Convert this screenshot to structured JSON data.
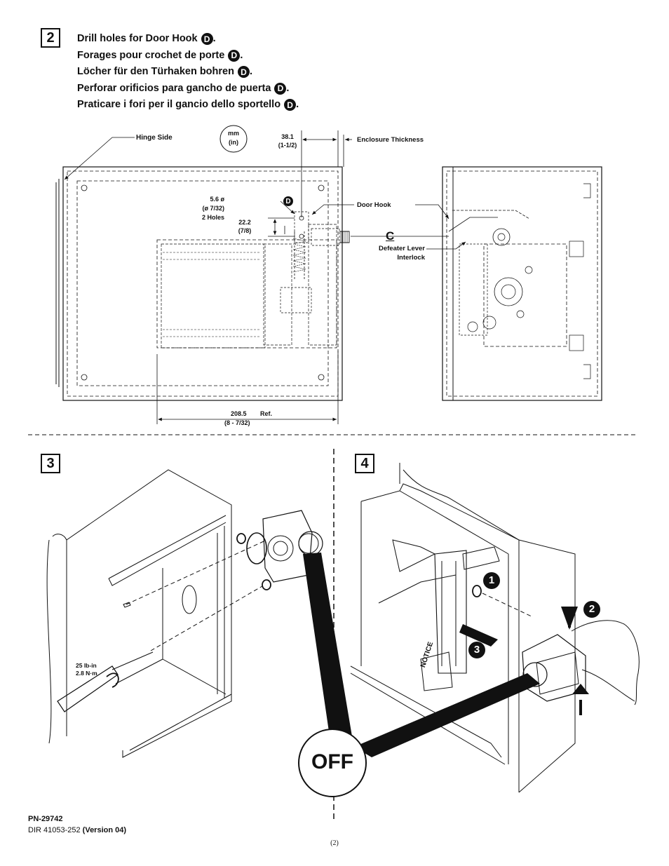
{
  "steps": {
    "step2": "2",
    "step3": "3",
    "step4": "4"
  },
  "instructions": [
    {
      "text": "Drill holes for Door Hook",
      "badge": "D",
      "end": " ."
    },
    {
      "text": "Forages pour crochet de porte",
      "badge": "D",
      "end": "."
    },
    {
      "text": "Löcher für den Türhaken bohren",
      "badge": "D",
      "end": "."
    },
    {
      "text": "Perforar orificios para gancho de puerta",
      "badge": "D",
      "end": "."
    },
    {
      "text": "Praticare i fori per il gancio dello sportello",
      "badge": "D",
      "end": "."
    }
  ],
  "diagram": {
    "hinge_side": "Hinge Side",
    "units_mm": "mm",
    "units_in": "(in)",
    "dim_top_mm": "38.1",
    "dim_top_in": "(1-1/2)",
    "enclosure_thickness": "Enclosure Thickness",
    "hole_dia_mm": "5.6 ø",
    "hole_dia_in": "(ø 7/32)",
    "hole_count": "2 Holes",
    "hook_badge": "D",
    "dim_side_mm": "22.2",
    "dim_side_in": "(7/8)",
    "door_hook": "Door  Hook",
    "centerline": "C",
    "defeater_1": "Defeater Lever",
    "defeater_2": "Interlock",
    "dim_bottom_mm": "208.5",
    "dim_bottom_ref": "Ref.",
    "dim_bottom_in": "(8 - 7/32)"
  },
  "step3_art": {
    "torque_1": "25 lb-in",
    "torque_2": "2.8 N·m"
  },
  "step4_art": {
    "callout_1": "1",
    "callout_2": "2",
    "callout_3": "3",
    "notice": "NOTICE",
    "off": "OFF"
  },
  "footer": {
    "part_number": "PN-29742",
    "dir_prefix": "DIR 41053-252 ",
    "dir_version": "(Version 04)",
    "page": "(2)"
  }
}
